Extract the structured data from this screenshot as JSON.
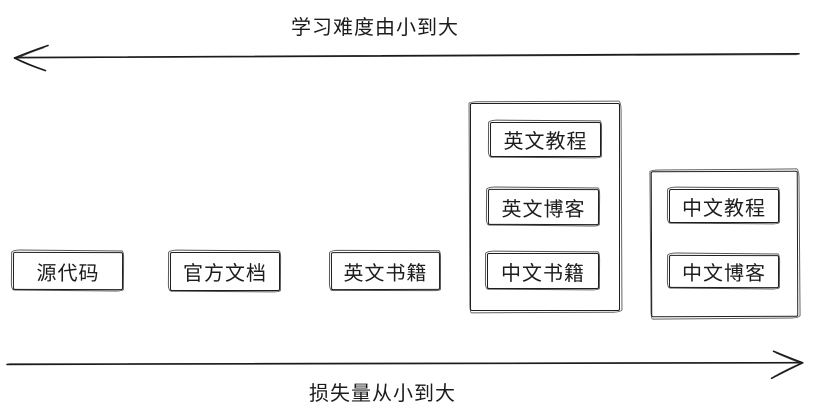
{
  "top_arrow": {
    "label": "学习难度由小到大",
    "direction": "left"
  },
  "bottom_arrow": {
    "label": "损失量从小到大",
    "direction": "right"
  },
  "boxes": {
    "source_code": "源代码",
    "official_docs": "官方文档",
    "english_books": "英文书籍",
    "english_tutorial": "英文教程",
    "english_blog": "英文博客",
    "chinese_books": "中文书籍",
    "chinese_tutorial": "中文教程",
    "chinese_blog": "中文博客"
  },
  "colors": {
    "stroke": "#1f1f1f",
    "background": "#ffffff"
  }
}
